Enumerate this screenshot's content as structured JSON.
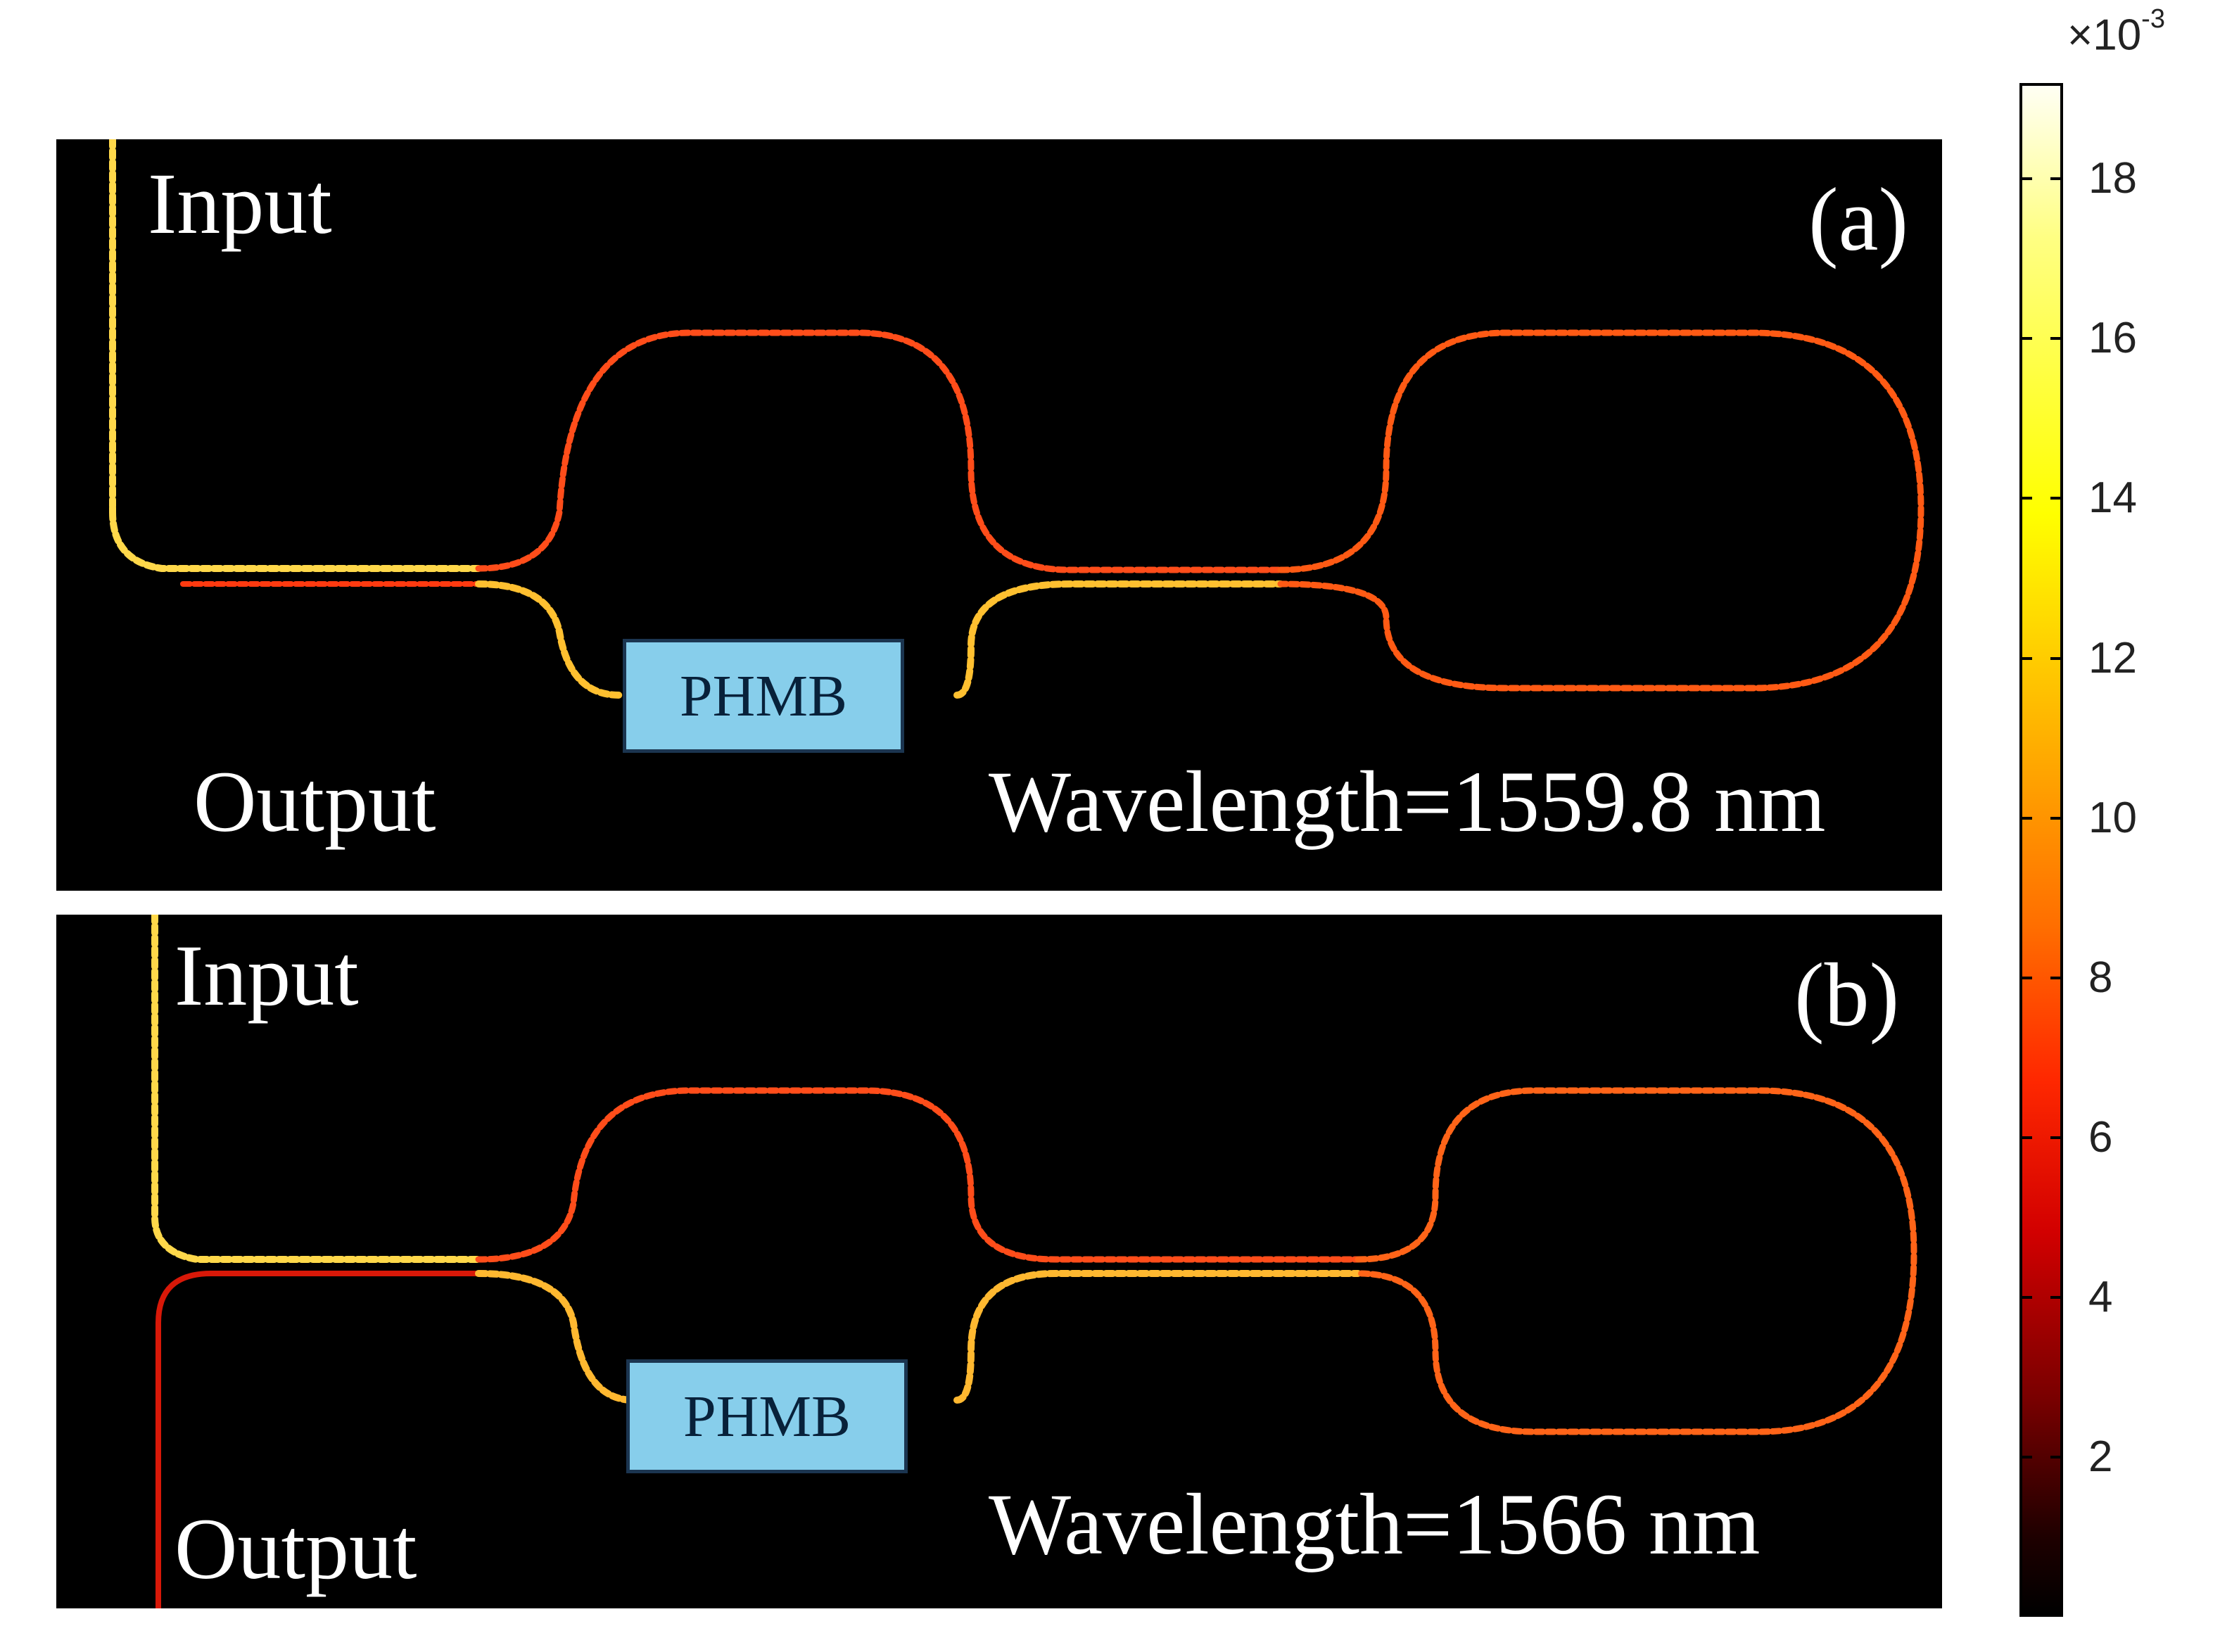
{
  "panels": [
    {
      "tag": "(a)",
      "input_label": "Input",
      "output_label": "Output",
      "box_label": "PHMB",
      "wavelength_label": "Wavelength=1559.8 nm"
    },
    {
      "tag": "(b)",
      "input_label": "Input",
      "output_label": "Output",
      "box_label": "PHMB",
      "wavelength_label": "Wavelength=1566 nm"
    }
  ],
  "colorbar": {
    "exponent_prefix": "×10",
    "exponent_power": "-3",
    "ticks": [
      "18",
      "16",
      "14",
      "12",
      "10",
      "8",
      "6",
      "4",
      "2"
    ],
    "colormap": "hot",
    "max_value": 19.2,
    "colors": [
      "#000000",
      "#780000",
      "#ff2800",
      "#ff6e00",
      "#ffb400",
      "#ffff00",
      "#fffff4"
    ]
  }
}
